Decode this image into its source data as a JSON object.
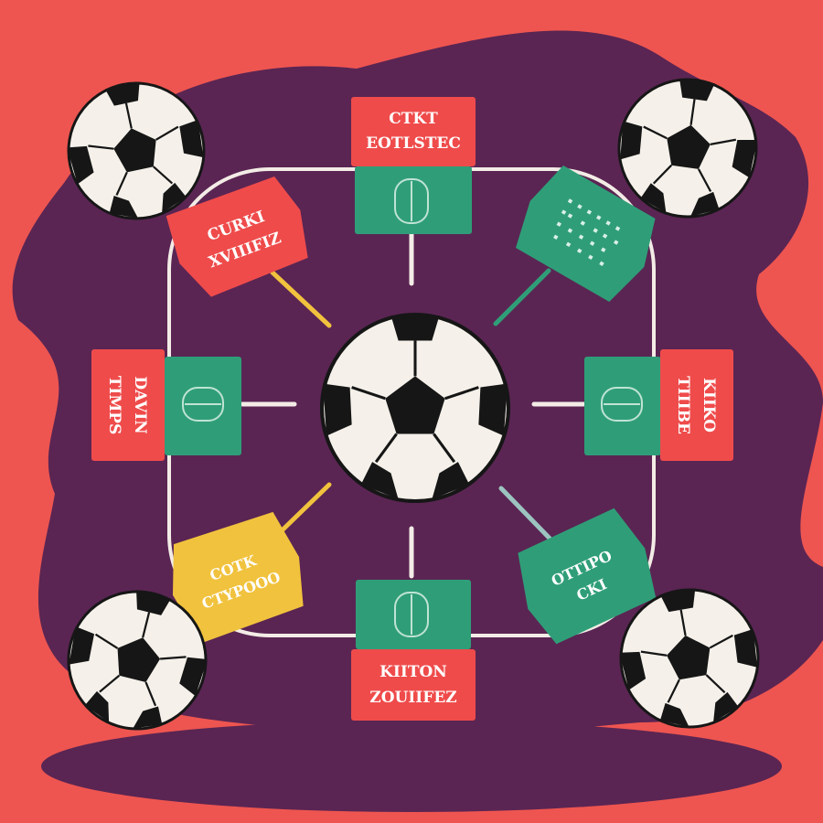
{
  "colors": {
    "background": "#ee5550",
    "blob": "#5a2553",
    "card_red": "#ef4b4b",
    "card_green": "#2f9e78",
    "card_yellow": "#f1c23d",
    "track": "#f3ece6",
    "ball_white": "#f5f1ea",
    "ball_black": "#161616"
  },
  "cards": {
    "top": {
      "line1": "CTKT",
      "line2": "EOTLSTEC"
    },
    "top_left": {
      "line1": "CURKI",
      "line2": "XVIIIFIZ"
    },
    "top_right": {
      "line1": "",
      "line2": ""
    },
    "left": {
      "line1": "DAVIN",
      "line2": "TIMPS"
    },
    "right": {
      "line1": "KIIKO",
      "line2": "TIIIBE"
    },
    "bottom_left": {
      "line1": "COTK",
      "line2": "CTYPOOO"
    },
    "bottom_right": {
      "line1": "OTTIPO",
      "line2": "CKI"
    },
    "bottom": {
      "line1": "KIITON",
      "line2": "ZOUIIFEZ"
    }
  }
}
